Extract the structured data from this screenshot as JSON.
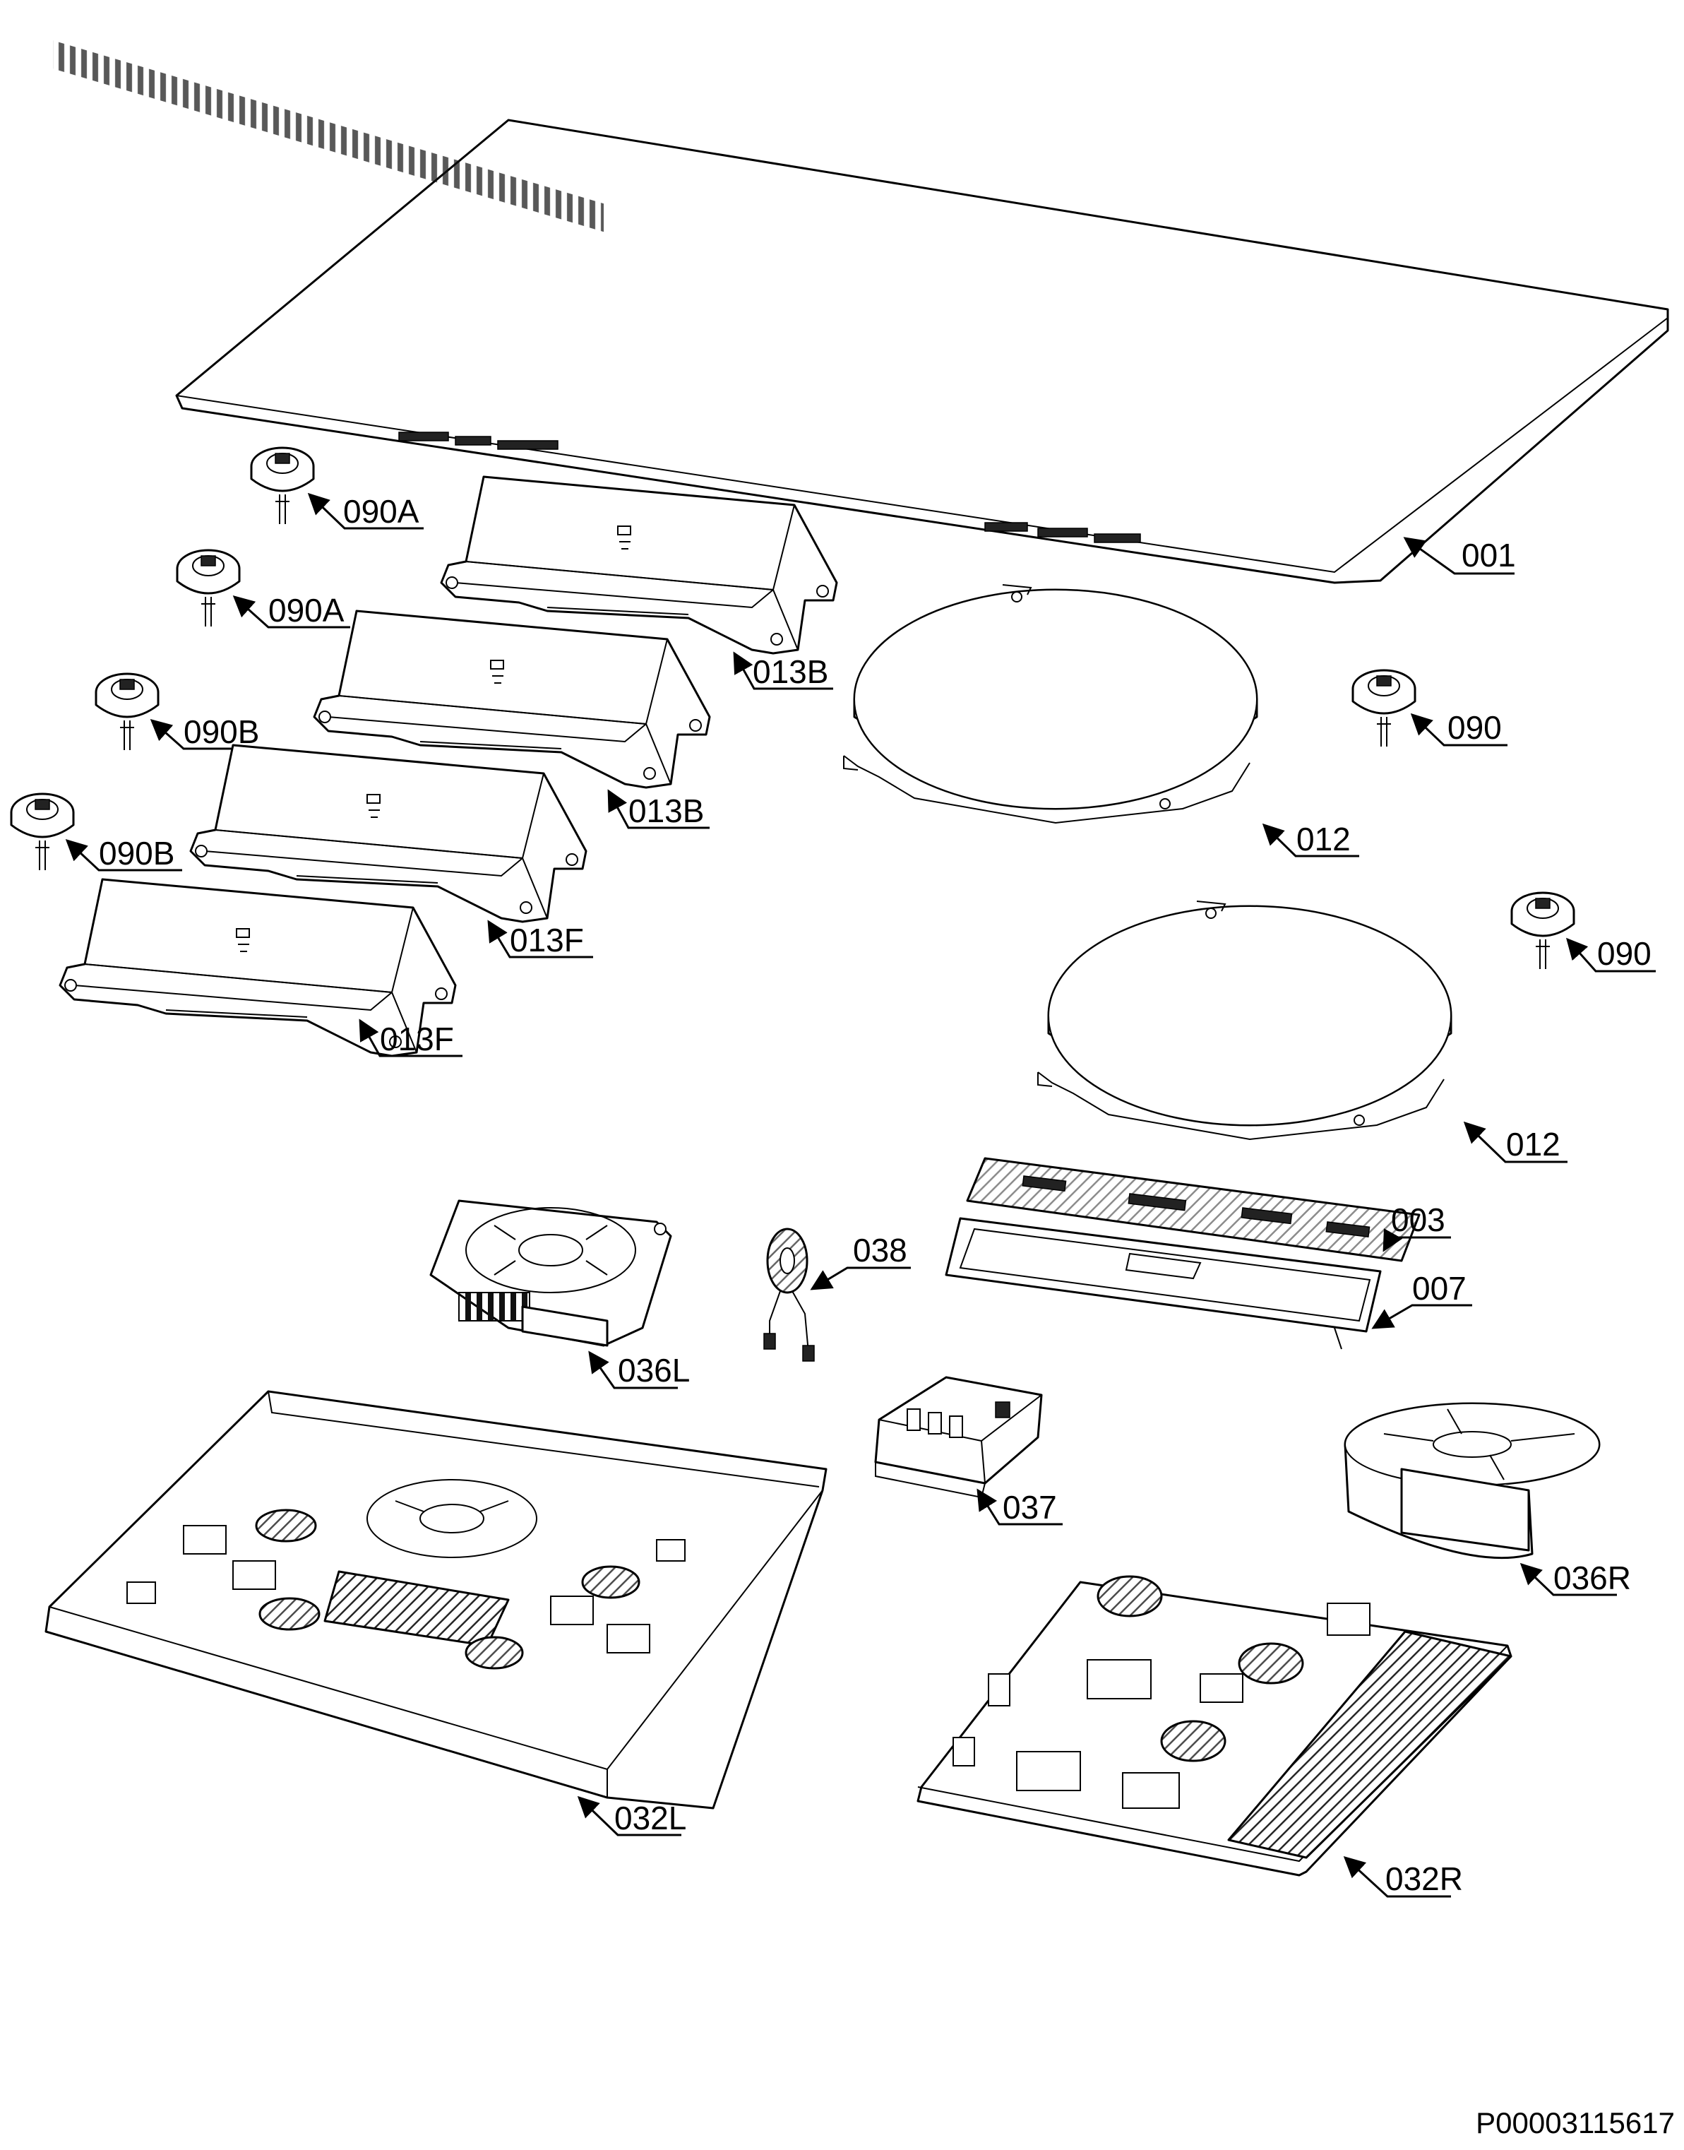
{
  "diagram": {
    "document_id": "P00003115617",
    "callouts": [
      {
        "key": "c001",
        "label": "001"
      },
      {
        "key": "c090a1",
        "label": "090A"
      },
      {
        "key": "c090a2",
        "label": "090A"
      },
      {
        "key": "c013b1",
        "label": "013B"
      },
      {
        "key": "c013b2",
        "label": "013B"
      },
      {
        "key": "c090b1",
        "label": "090B"
      },
      {
        "key": "c090b2",
        "label": "090B"
      },
      {
        "key": "c013f1",
        "label": "013F"
      },
      {
        "key": "c013f2",
        "label": "013F"
      },
      {
        "key": "c090_1",
        "label": "090"
      },
      {
        "key": "c090_2",
        "label": "090"
      },
      {
        "key": "c012_1",
        "label": "012"
      },
      {
        "key": "c012_2",
        "label": "012"
      },
      {
        "key": "c003",
        "label": "003"
      },
      {
        "key": "c007",
        "label": "007"
      },
      {
        "key": "c038",
        "label": "038"
      },
      {
        "key": "c036l",
        "label": "036L"
      },
      {
        "key": "c037",
        "label": "037"
      },
      {
        "key": "c036r",
        "label": "036R"
      },
      {
        "key": "c032l",
        "label": "032L"
      },
      {
        "key": "c032r",
        "label": "032R"
      }
    ]
  }
}
